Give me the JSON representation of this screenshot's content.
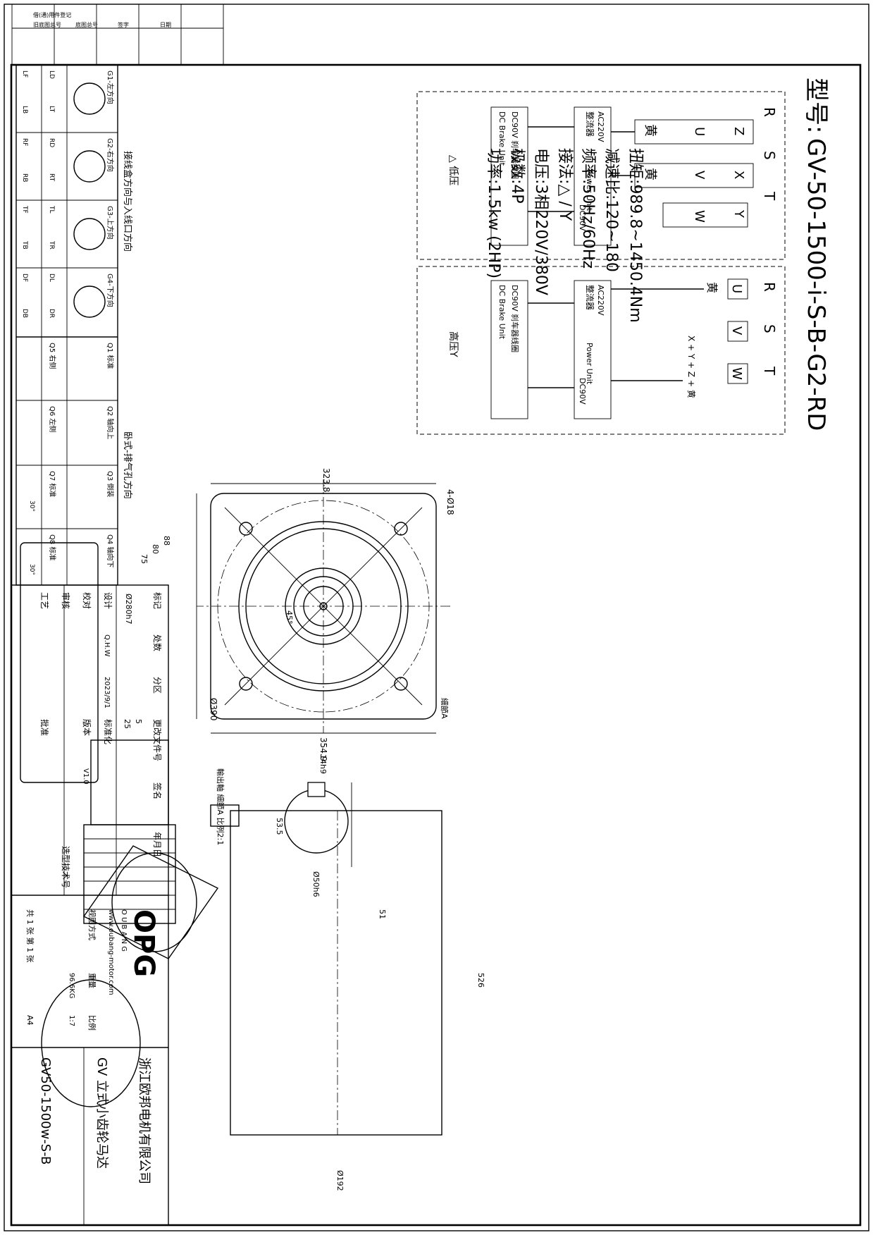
{
  "model": {
    "label": "型号:",
    "value": "GV-50-1500-i-S-B-G2-RD"
  },
  "specs": [
    "功率:1.5kw (2HP)",
    "极数:4P",
    "电压:3相220V/380V",
    "接法:△ / Y",
    "频率:50Hz/60Hz",
    "减速比:120~180",
    "扭矩:989.8~1450.4Nm"
  ],
  "wiring_low": {
    "terminals_top": [
      "R",
      "S",
      "T"
    ],
    "rows": [
      {
        "a": "Z",
        "b": "U",
        "c": "黄"
      },
      {
        "a": "X",
        "b": "V",
        "c": "黄"
      },
      {
        "a": "Y",
        "b": "W",
        "c": ""
      }
    ],
    "rectifier_lines": [
      "AC220V",
      "整流器",
      "Power Unit",
      "DC90V"
    ],
    "brake_lines": [
      "DC90V 刹车器线圈",
      "DC Brake Unit"
    ],
    "mode": "△ 低压"
  },
  "wiring_high": {
    "terminals_top": [
      "R",
      "S",
      "T"
    ],
    "boxes": [
      "U",
      "V",
      "W"
    ],
    "yellow": "黄",
    "star_chain": "X + Y + Z + 黄",
    "rectifier_lines": [
      "AC220V",
      "整流器",
      "Power Unit",
      "DC90V"
    ],
    "brake_lines": [
      "DC90V 刹车器线圈",
      "DC Brake Unit"
    ],
    "mode": "高压Y"
  },
  "orientation": {
    "title_box": "接线盒方向与入线口方向",
    "title_install": "卧式-排气孔方向",
    "box_dirs": [
      "G1-左方向",
      "G2-右方向",
      "G3-上方向",
      "G4-下方向"
    ],
    "box_codes": [
      [
        "LD",
        "LT",
        "LF",
        "LB"
      ],
      [
        "RD",
        "RT",
        "RF",
        "RB"
      ],
      [
        "TL",
        "TR",
        "TF",
        "TB"
      ],
      [
        "DL",
        "DR",
        "DF",
        "DB"
      ]
    ],
    "mounts": [
      "Q1 标准",
      "Q2 轴向上",
      "Q3 倒装",
      "Q4 轴向下"
    ],
    "mount_sides": [
      "Q5 右侧",
      "Q6 左侧",
      "Q7 标准",
      "Q8 标准"
    ],
    "angle_q7": "30°",
    "angle_q8": "30°"
  },
  "top_strip": [
    "借(通)用件登记",
    "旧底图总号",
    "底图总号",
    "签字",
    "日期"
  ],
  "title_block": {
    "labels": [
      "标记",
      "处数",
      "分区",
      "更改文件号",
      "签名",
      "年月日"
    ],
    "roles": [
      "设计",
      "校对",
      "审核",
      "工艺",
      "标准化",
      "批准",
      "版本"
    ],
    "designer": "Q.H.W",
    "date": "2023/9/1",
    "version": "V1.0",
    "tech_no_label": "选型技术号",
    "company": "浙江欧邦电机有限公司",
    "product": "GV  立式小齿轮马达",
    "drawing_no": "GV50-1500w-S-B",
    "brand": "OPG",
    "brand_sub": "O U B A N G",
    "website": "www.oubang-motor.com",
    "view_label": "视图方式",
    "weight_label": "重量",
    "weight": "96.6KG",
    "scale_label": "比例",
    "scale": "1:7",
    "sheets": "共 1 张 第 1 张",
    "paper": "A4"
  },
  "dimensions": {
    "flange_square": "323.8",
    "flange_width": "354.9",
    "holes": "4-Ø18",
    "pcd": "Ø390",
    "angle": "45°",
    "detail": "細節A",
    "shaft_len_1": "88",
    "shaft_len_2": "80",
    "shaft_len_3": "75",
    "shaft_dia": "Ø280h7",
    "flange_thk_1": "5",
    "flange_thk_2": "25",
    "key_width": "14h9",
    "key_depth": "53.5",
    "shaft_out": "Ø50h6",
    "detail_label": "輸出軸 細節A 比例2:1",
    "offset": "51",
    "height": "526",
    "motor_dia": "Ø192"
  }
}
